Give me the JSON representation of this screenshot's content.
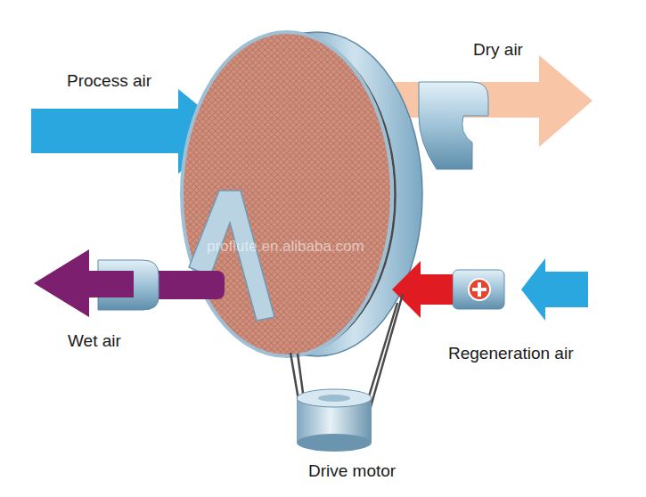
{
  "diagram": {
    "labels": [
      "Process air",
      "Dry air",
      "proflute.en.alibaba.com",
      "Wet air",
      "Regeneration air",
      "Drive motor"
    ]
  }
}
